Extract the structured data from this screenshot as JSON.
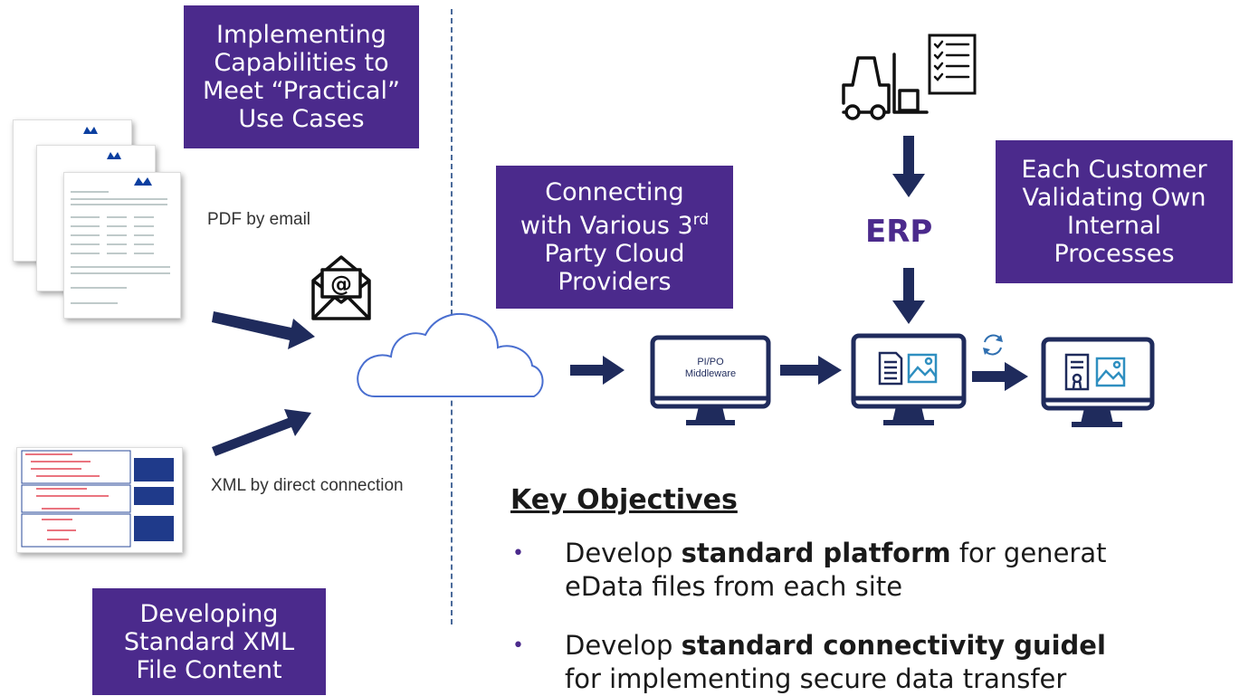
{
  "boxes": {
    "implementing": [
      "Implementing",
      "Capabilities to",
      "Meet “Practical”",
      "Use Cases"
    ],
    "connecting": [
      "Connecting",
      "with Various 3",
      "rd",
      "Party Cloud",
      "Providers"
    ],
    "each_customer": [
      "Each Customer",
      "Validating Own",
      "Internal",
      "Processes"
    ],
    "developing": [
      "Developing",
      "Standard XML",
      "File Content"
    ]
  },
  "labels": {
    "pdf_email": "PDF by email",
    "xml_direct": "XML by direct connection",
    "erp": "ERP",
    "middleware_line1": "PI/PO",
    "middleware_line2": "Middleware"
  },
  "key_objectives": {
    "title": "Key Objectives",
    "bullets": [
      {
        "pre": "Develop ",
        "bold": "standard platform",
        "post": " for generat",
        "line2": "eData files from each site"
      },
      {
        "pre": "Develop ",
        "bold": "standard connectivity guidel",
        "post": "",
        "line2": "for implementing secure data transfer"
      }
    ]
  },
  "colors": {
    "purple": "#4b2a8c",
    "navy": "#1f2b5c",
    "cloud": "#4a6fd0"
  },
  "icons": [
    "envelope-at-icon",
    "cloud-icon",
    "forklift-icon",
    "checklist-icon",
    "sync-icon",
    "monitor-icon",
    "document-icon",
    "image-icon",
    "certificate-icon"
  ]
}
